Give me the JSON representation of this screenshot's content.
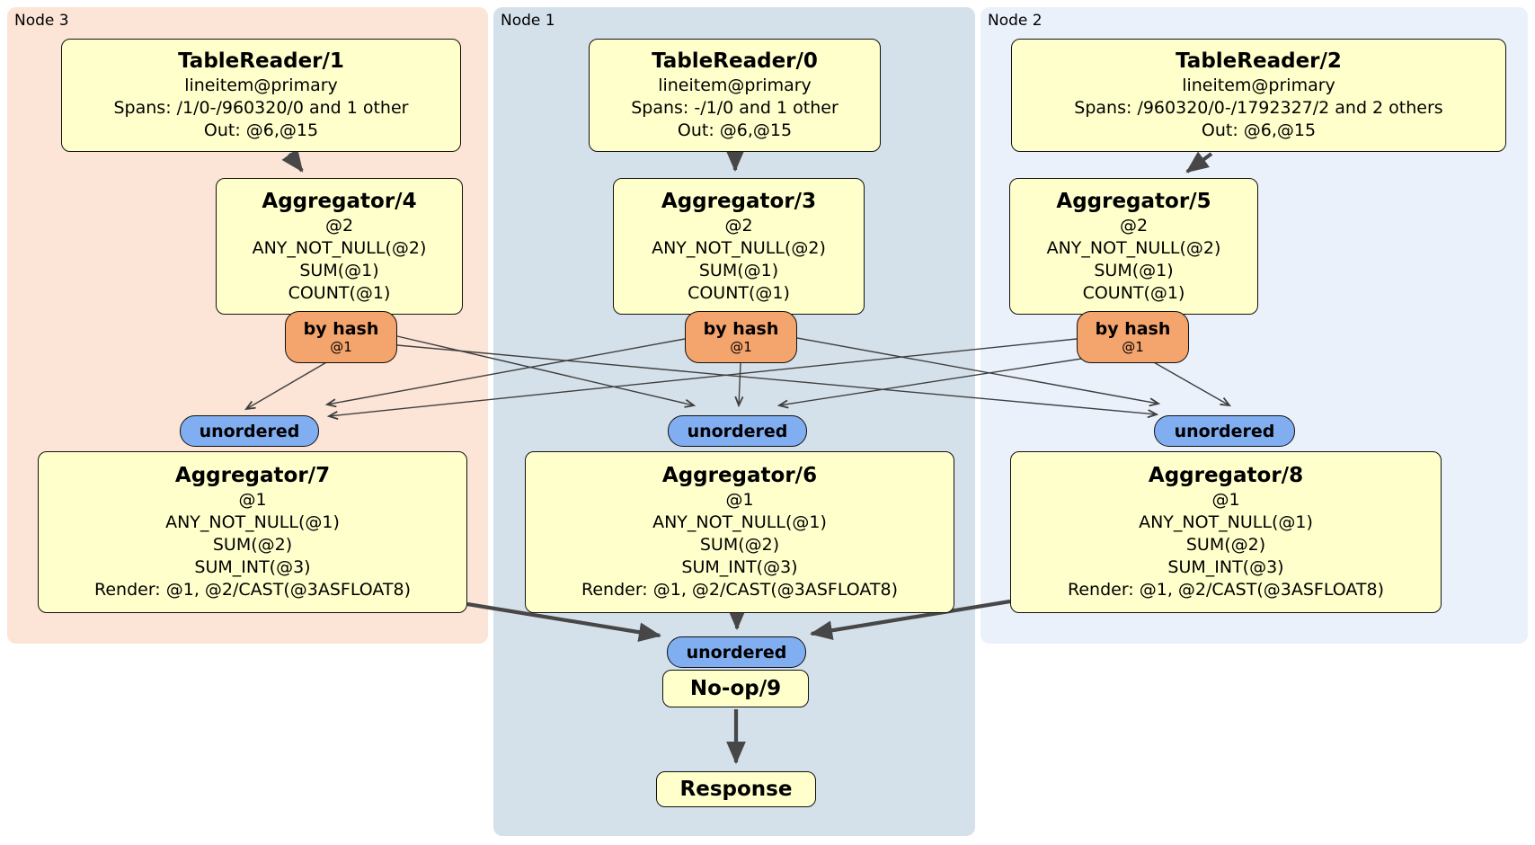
{
  "colors": {
    "node3_bg": "#fce4d6",
    "node1_bg": "#d5e1ea",
    "node2_bg": "#ebf1fb",
    "processor_fill": "#ffffcc",
    "router_fill": "#f4a46d",
    "stream_fill": "#80aef0",
    "edge": "#474747"
  },
  "groups": {
    "node3": {
      "label": "Node 3",
      "tablereader": {
        "title": "TableReader/1",
        "lines": [
          "lineitem@primary",
          "Spans: /1/0-/960320/0 and 1 other",
          "Out: @6,@15"
        ]
      },
      "aggregator_top": {
        "title": "Aggregator/4",
        "lines": [
          "@2",
          "ANY_NOT_NULL(@2)",
          "SUM(@1)",
          "COUNT(@1)"
        ]
      },
      "router": {
        "label": "by hash",
        "detail": "@1"
      },
      "stream": {
        "label": "unordered"
      },
      "aggregator_bottom": {
        "title": "Aggregator/7",
        "lines": [
          "@1",
          "ANY_NOT_NULL(@1)",
          "SUM(@2)",
          "SUM_INT(@3)",
          "Render: @1, @2/CAST(@3ASFLOAT8)"
        ]
      }
    },
    "node1": {
      "label": "Node 1",
      "tablereader": {
        "title": "TableReader/0",
        "lines": [
          "lineitem@primary",
          "Spans: -/1/0 and 1 other",
          "Out: @6,@15"
        ]
      },
      "aggregator_top": {
        "title": "Aggregator/3",
        "lines": [
          "@2",
          "ANY_NOT_NULL(@2)",
          "SUM(@1)",
          "COUNT(@1)"
        ]
      },
      "router": {
        "label": "by hash",
        "detail": "@1"
      },
      "stream": {
        "label": "unordered"
      },
      "aggregator_bottom": {
        "title": "Aggregator/6",
        "lines": [
          "@1",
          "ANY_NOT_NULL(@1)",
          "SUM(@2)",
          "SUM_INT(@3)",
          "Render: @1, @2/CAST(@3ASFLOAT8)"
        ]
      },
      "final_stream": {
        "label": "unordered"
      },
      "noop": {
        "title": "No-op/9"
      },
      "response": {
        "title": "Response"
      }
    },
    "node2": {
      "label": "Node 2",
      "tablereader": {
        "title": "TableReader/2",
        "lines": [
          "lineitem@primary",
          "Spans: /960320/0-/1792327/2 and 2 others",
          "Out: @6,@15"
        ]
      },
      "aggregator_top": {
        "title": "Aggregator/5",
        "lines": [
          "@2",
          "ANY_NOT_NULL(@2)",
          "SUM(@1)",
          "COUNT(@1)"
        ]
      },
      "router": {
        "label": "by hash",
        "detail": "@1"
      },
      "stream": {
        "label": "unordered"
      },
      "aggregator_bottom": {
        "title": "Aggregator/8",
        "lines": [
          "@1",
          "ANY_NOT_NULL(@1)",
          "SUM(@2)",
          "SUM_INT(@3)",
          "Render: @1, @2/CAST(@3ASFLOAT8)"
        ]
      }
    }
  }
}
